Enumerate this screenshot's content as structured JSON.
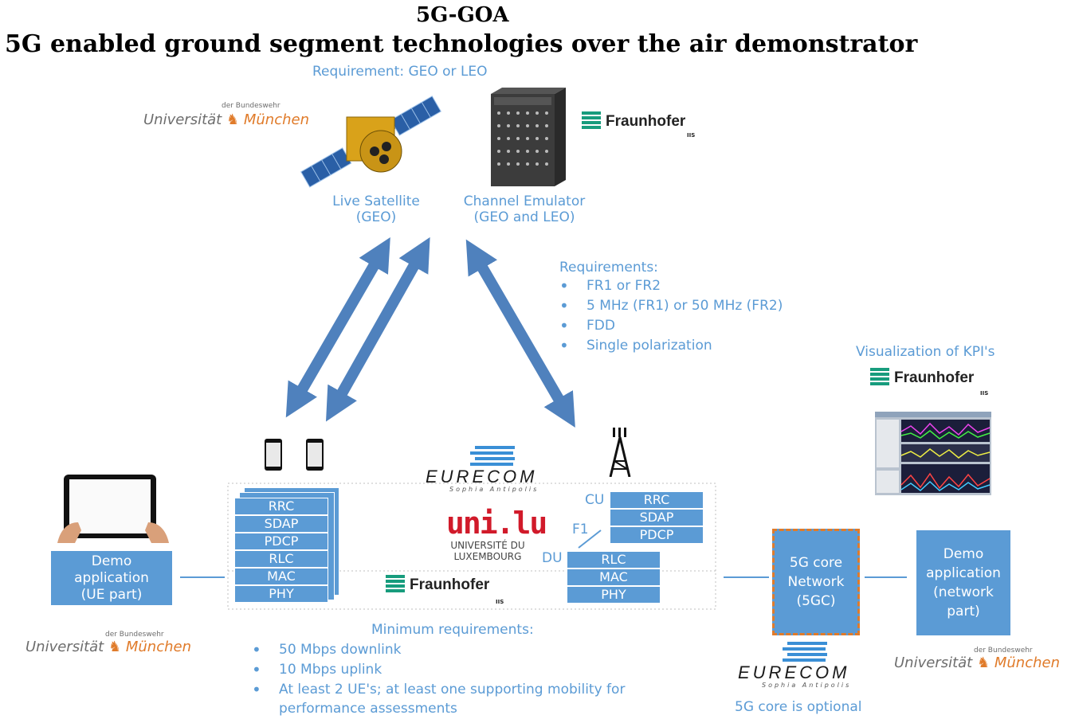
{
  "title": {
    "line1": "5G-GOA",
    "line2": "5G enabled ground segment technologies over the air demonstrator"
  },
  "requirement_top": "Requirement: GEO or LEO",
  "satellite": {
    "line1": "Live Satellite",
    "line2": "(GEO)"
  },
  "emulator": {
    "line1": "Channel Emulator",
    "line2": "(GEO and LEO)"
  },
  "requirements": {
    "heading": "Requirements:",
    "items": [
      "FR1 or FR2",
      "5 MHz (FR1) or 50 MHz (FR2)",
      "FDD",
      "Single polarization"
    ]
  },
  "visualization": "Visualization of KPI's",
  "logos": {
    "unibw_small": "der Bundeswehr",
    "unibw_main": "Universität",
    "unibw_city": "München",
    "fraunhofer": "Fraunhofer",
    "fraunhofer_sub": "IIS",
    "eurecom": "EURECOM",
    "eurecom_sub": "Sophia Antipolis",
    "unilu": "uni.lu",
    "unilu_line1": "UNIVERSITÉ DU",
    "unilu_line2": "LUXEMBOURG"
  },
  "ue_stack": [
    "RRC",
    "SDAP",
    "PDCP",
    "RLC",
    "MAC",
    "PHY"
  ],
  "gnb": {
    "cu_label": "CU",
    "f1_label": "F1",
    "du_label": "DU",
    "cu_stack": [
      "RRC",
      "SDAP",
      "PDCP"
    ],
    "du_stack": [
      "RLC",
      "MAC",
      "PHY"
    ]
  },
  "demo_ue": {
    "line1": "Demo",
    "line2": "application",
    "line3": "(UE part)"
  },
  "core": {
    "line1": "5G core",
    "line2": "Network",
    "line3": "(5GC)"
  },
  "demo_net": {
    "line1": "Demo",
    "line2": "application",
    "line3": "(network",
    "line4": "part)"
  },
  "min_requirements": {
    "heading": "Minimum requirements:",
    "items": [
      "50 Mbps downlink",
      "10 Mbps uplink",
      "At least 2 UE's; at least one supporting mobility for"
    ],
    "continuation": "performance assessments"
  },
  "core_optional": "5G core is optional",
  "colors": {
    "accent": "#5b9bd5",
    "core_border": "#e07b2a",
    "fraunhofer_green": "#179c7d"
  }
}
